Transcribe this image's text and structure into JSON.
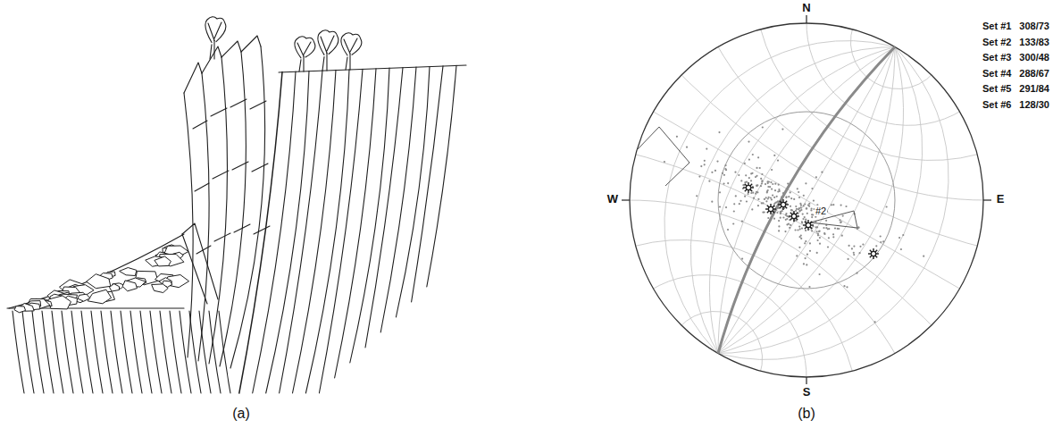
{
  "diagram": {
    "labels": [
      "(a)",
      "(b)",
      "N",
      "W",
      "E",
      "S",
      "#2",
      "Set #1",
      "308/73",
      "Set #2",
      "133/83",
      "Set #3",
      "300/48",
      "Set #4",
      "288/67",
      "Set #5",
      "291/84",
      "Set #6",
      "128/30"
    ]
  }
}
